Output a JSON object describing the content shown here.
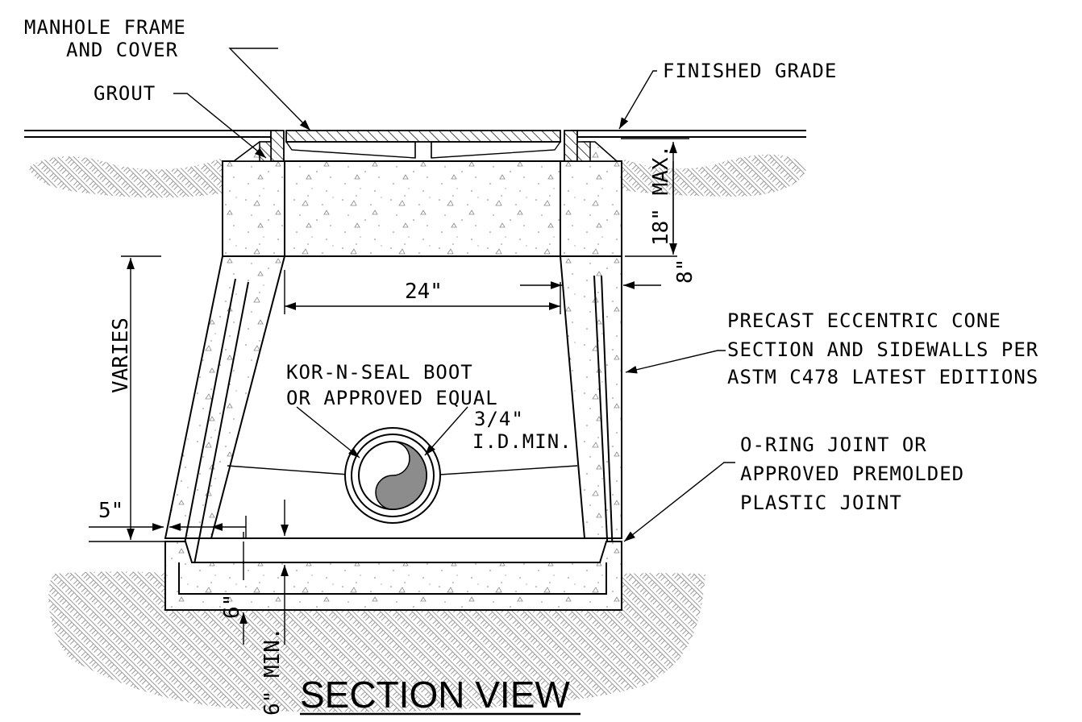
{
  "title": "SECTION VIEW",
  "labels": {
    "manhole_frame_line1": "MANHOLE FRAME",
    "manhole_frame_line2": "AND COVER",
    "grout": "GROUT",
    "finished_grade": "FINISHED GRADE",
    "precast_line1": "PRECAST ECCENTRIC CONE",
    "precast_line2": "SECTION AND SIDEWALLS PER",
    "precast_line3": "ASTM C478 LATEST EDITIONS",
    "kor_line1": "KOR-N-SEAL BOOT",
    "kor_line2": "OR APPROVED EQUAL",
    "pipe_line1": "3/4\"",
    "pipe_line2": "I.D.MIN.",
    "oring_line1": "O-RING JOINT OR",
    "oring_line2": "APPROVED PREMOLDED",
    "oring_line3": "PLASTIC JOINT"
  },
  "dimensions": {
    "opening": "24\"",
    "max_height": "18\" MAX.",
    "wall_top": "8\"",
    "varies": "VARIES",
    "wall_bottom": "5\"",
    "base_thickness": "6\"",
    "base_min": "6\" MIN."
  }
}
